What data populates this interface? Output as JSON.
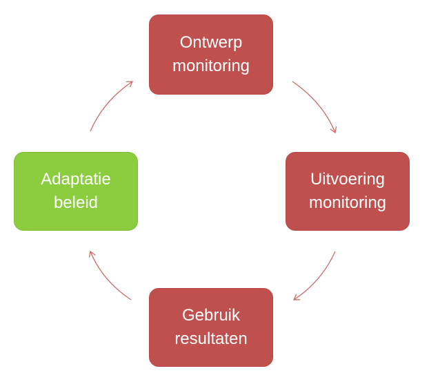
{
  "colors": {
    "step_fill": "#c0504d",
    "step_border": "#b84744",
    "highlight_fill": "#8ccc3f",
    "highlight_border": "#7fbf36",
    "arrow": "#cc6a66"
  },
  "nodes": [
    {
      "id": "top",
      "label": "Ontwerp\nmonitoring",
      "highlight": false
    },
    {
      "id": "right",
      "label": "Uitvoering\nmonitoring",
      "highlight": false
    },
    {
      "id": "bottom",
      "label": "Gebruik\nresultaten",
      "highlight": false
    },
    {
      "id": "left",
      "label": "Adaptatie\nbeleid",
      "highlight": true
    }
  ],
  "flow": [
    "top",
    "right",
    "bottom",
    "left",
    "top"
  ]
}
